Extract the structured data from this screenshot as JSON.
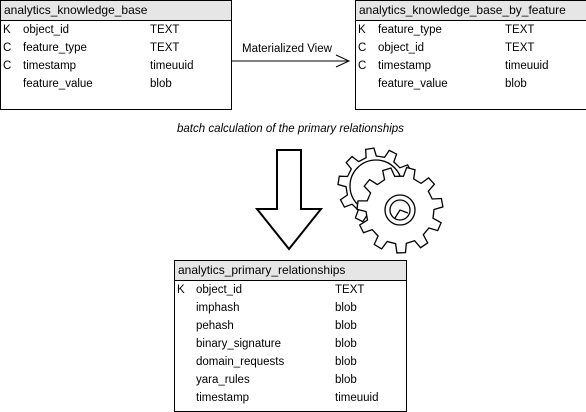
{
  "tables": [
    {
      "title": "analytics_knowledge_base",
      "rows": [
        {
          "key": "K",
          "name": "object_id",
          "type": "TEXT"
        },
        {
          "key": "C",
          "name": "feature_type",
          "type": "TEXT"
        },
        {
          "key": "C",
          "name": "timestamp",
          "type": "timeuuid"
        },
        {
          "key": "",
          "name": "feature_value",
          "type": "blob"
        }
      ]
    },
    {
      "title": "analytics_knowledge_base_by_feature",
      "rows": [
        {
          "key": "K",
          "name": "feature_type",
          "type": "TEXT"
        },
        {
          "key": "C",
          "name": "object_id",
          "type": "TEXT"
        },
        {
          "key": "C",
          "name": "timestamp",
          "type": "timeuuid"
        },
        {
          "key": "",
          "name": "feature_value",
          "type": "blob"
        }
      ]
    },
    {
      "title": "analytics_primary_relationships",
      "rows": [
        {
          "key": "K",
          "name": "object_id",
          "type": "TEXT"
        },
        {
          "key": "",
          "name": "imphash",
          "type": "blob"
        },
        {
          "key": "",
          "name": "pehash",
          "type": "blob"
        },
        {
          "key": "",
          "name": "binary_signature",
          "type": "blob"
        },
        {
          "key": "",
          "name": "domain_requests",
          "type": "blob"
        },
        {
          "key": "",
          "name": "yara_rules",
          "type": "blob"
        },
        {
          "key": "",
          "name": "timestamp",
          "type": "timeuuid"
        }
      ]
    }
  ],
  "edge_label": "Materialized View",
  "process_label": "batch calculation of the primary relationships",
  "icons": {
    "arrow": "down-arrow-icon",
    "gears": "gears-icon"
  },
  "colors": {
    "header_fill": "#e6e6e6",
    "stroke": "#000000",
    "background": "#ffffff"
  }
}
